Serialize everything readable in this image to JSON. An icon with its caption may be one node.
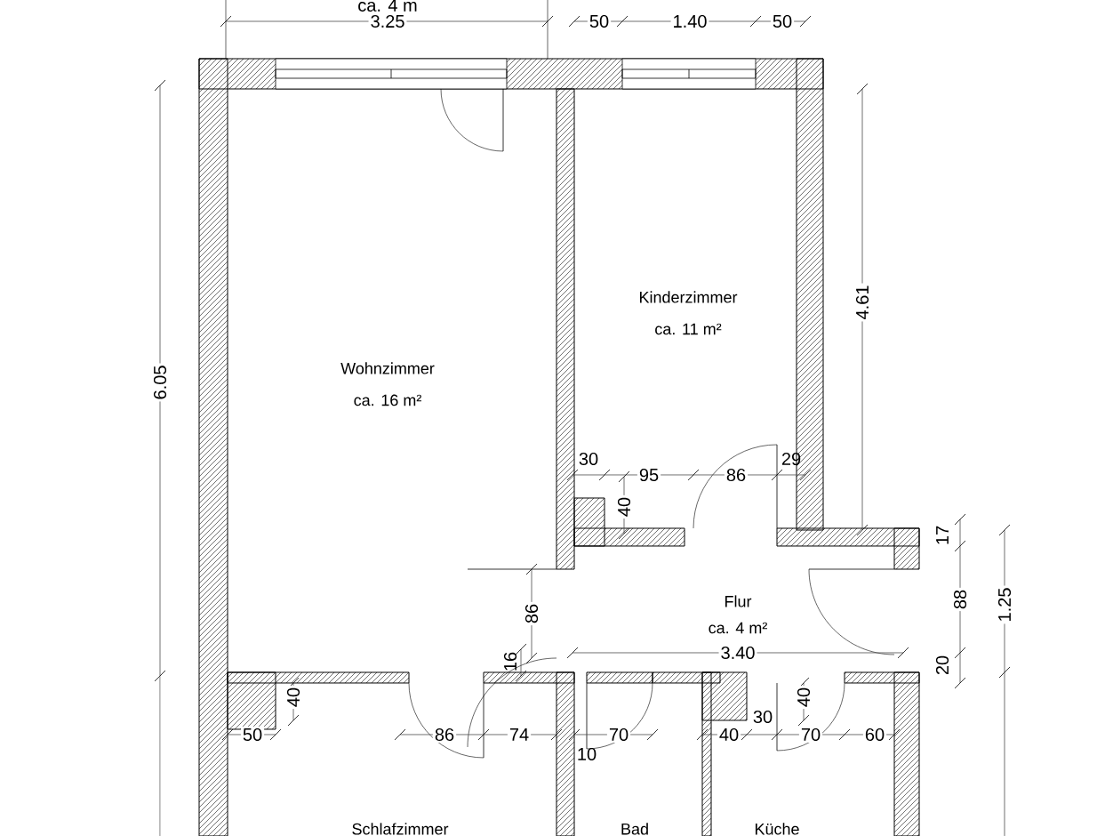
{
  "diagram": {
    "labels": [
      "ca. 4 m",
      "3.25",
      "50",
      "1.40",
      "50",
      "4.61",
      "6.05",
      "Kinderzimmer",
      "ca. 11 m²",
      "Wohnzimmer",
      "ca. 16 m²",
      "30",
      "95",
      "86",
      "29",
      "40",
      "17",
      "Flur",
      "ca. 4 m²",
      "86",
      "88",
      "1.25",
      "3.40",
      "16",
      "20",
      "40",
      "40",
      "30",
      "50",
      "86",
      "74",
      "70",
      "40",
      "70",
      "60",
      "10",
      "Schlafzimmer",
      "Bad",
      "Küche"
    ]
  }
}
